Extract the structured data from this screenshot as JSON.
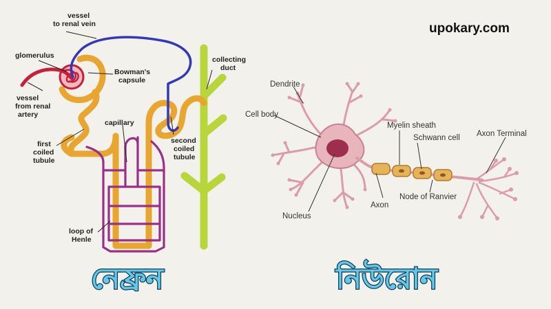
{
  "site": "upokary.com",
  "nephron": {
    "caption": "নেফ্রন",
    "labels": {
      "vessel_vein": [
        "vessel",
        "to renal vein"
      ],
      "glomerulus": [
        "glomerulus"
      ],
      "bowman": [
        "Bowman's",
        "capsule"
      ],
      "vessel_artery": [
        "vessel",
        "from renal",
        "artery"
      ],
      "first_tubule": [
        "first",
        "coiled",
        "tubule"
      ],
      "capillary": [
        "capillary"
      ],
      "collecting_duct": [
        "collecting",
        "duct"
      ],
      "second_tubule": [
        "second",
        "coiled",
        "tubule"
      ],
      "loop": [
        "loop of",
        "Henle"
      ]
    }
  },
  "neuron": {
    "caption": "নিউরোন",
    "labels": {
      "dendrite": "Dendrite",
      "cell_body": "Cell body",
      "myelin": "Myelin sheath",
      "schwann": "Schwann cell",
      "axon_terminal": "Axon Terminal",
      "node": "Node of Ranvier",
      "axon": "Axon",
      "nucleus": "Nucleus"
    }
  },
  "colors": {
    "background": "#f3f1ec",
    "tubule": "#e8a630",
    "vein": "#3338b8",
    "artery": "#c42038",
    "capillary": "#9a2f88",
    "duct": "#b8d63c",
    "neuron": "#dc9ba8",
    "nucleus": "#9e2e4e",
    "myelin": "#e6b25a",
    "caption_fill": "#64c8e6",
    "caption_stroke": "#0c3a57"
  }
}
